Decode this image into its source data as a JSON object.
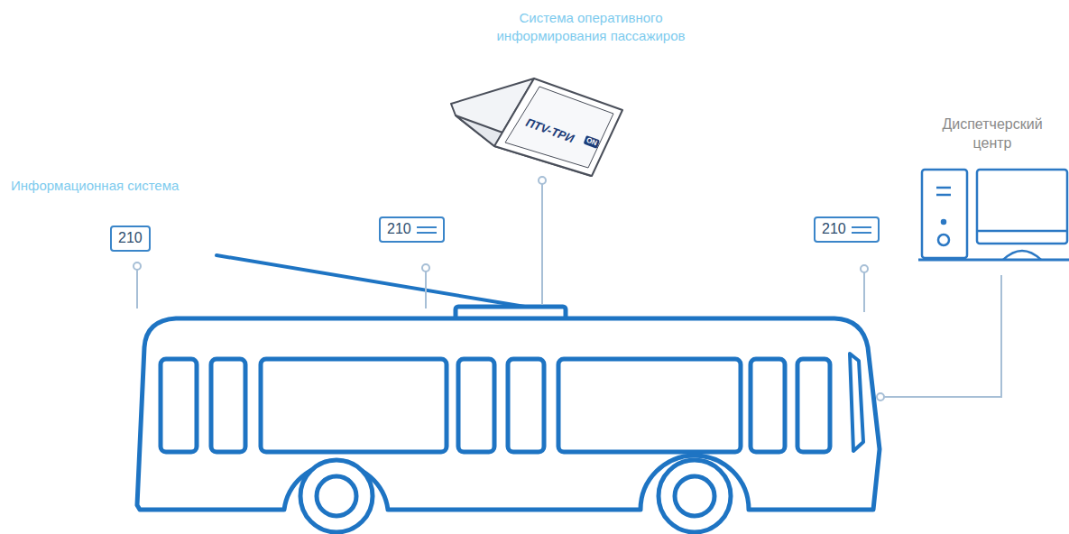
{
  "diagram": {
    "nodes": [
      {
        "text": [
          "210"
        ]
      },
      {
        "text": [
          "210"
        ]
      },
      {
        "text": [
          "210"
        ]
      }
    ],
    "labels": [
      "Система оперативного информирования пассажиров",
      "ПТV-ТРИ",
      "ON",
      "Диспетчерский центр",
      "Информационная система"
    ]
  }
}
